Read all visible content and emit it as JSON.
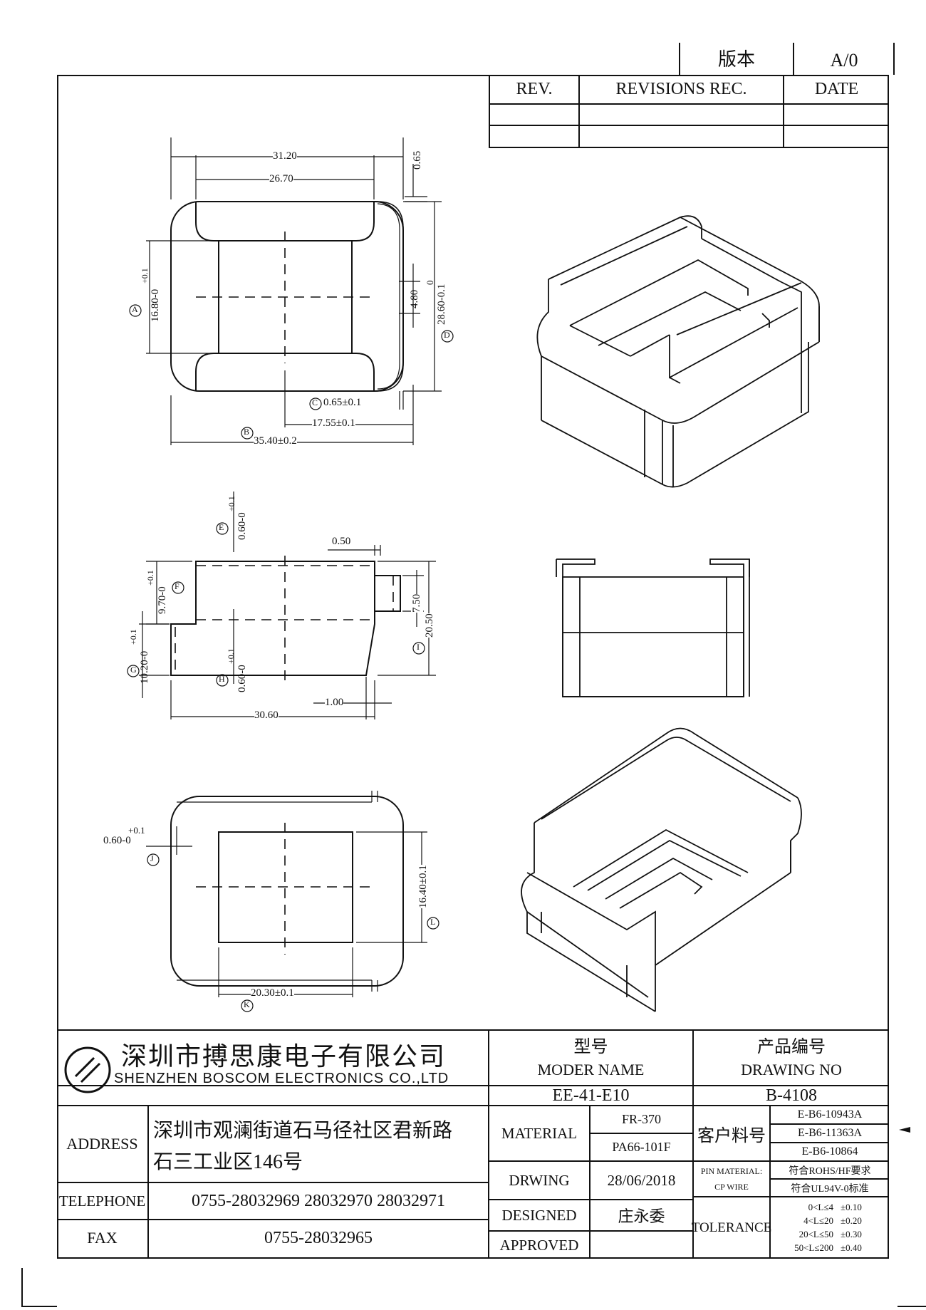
{
  "header_top": {
    "version_label": "版本",
    "version_value": "A/0"
  },
  "revision_table": {
    "rev": "REV.",
    "revisions": "REVISIONS REC.",
    "date": "DATE"
  },
  "dims_top": {
    "d_31_20": "31.20",
    "d_26_70": "26.70",
    "d_0_65": "0.65",
    "d_16_80_tol": "+0.1",
    "d_16_80": "16.80-0",
    "mark_a": "A",
    "d_4_80": "4.80",
    "d_28_60_tol": "0",
    "d_28_60": "28.60-0.1",
    "mark_d": "D",
    "mark_c": "C",
    "d_0_65_pm": "0.65±0.1",
    "d_17_55": "17.55±0.1",
    "mark_b": "B",
    "d_35_40": "35.40±0.2"
  },
  "dims_side": {
    "mark_e": "E",
    "d_0_60_e_tol": "+0.1",
    "d_0_60_e": "0.60-0",
    "d_0_50": "0.50",
    "d_9_70_tol": "+0.1",
    "d_9_70": "9.70-0",
    "mark_f": "F",
    "d_7_50": "7.50",
    "d_20_50": "20.50",
    "mark_i": "I",
    "d_10_20_tol": "+0.1",
    "d_10_20": "10.20-0",
    "mark_g": "G",
    "mark_h": "H",
    "d_0_60_h_tol": "+0.1",
    "d_0_60_h": "0.60-0",
    "d_1_00": "1.00",
    "d_30_60": "30.60"
  },
  "dims_bottom": {
    "d_0_60_j_tol": "+0.1",
    "d_0_60_j": "0.60-0",
    "mark_j": "J",
    "d_16_40": "16.40±0.1",
    "mark_l": "L",
    "d_20_30": "20.30±0.1",
    "mark_k": "K"
  },
  "title_block": {
    "company_cn": "深圳市搏思康电子有限公司",
    "company_en": "SHENZHEN BOSCOM ELECTRONICS CO.,LTD",
    "model_label_cn": "型号",
    "model_label_en": "MODER NAME",
    "model_value": "EE-41-E10",
    "drawing_label_cn": "产品编号",
    "drawing_label_en": "DRAWING NO",
    "drawing_value": "B-4108",
    "address_label": "ADDRESS",
    "address_line1": "深圳市观澜街道石马径社区君新路",
    "address_line2": "石三工业区146号",
    "telephone_label": "TELEPHONE",
    "telephone_value": "0755-28032969 28032970 28032971",
    "fax_label": "FAX",
    "fax_value": "0755-28032965",
    "material_label": "MATERIAL",
    "material_1": "FR-370",
    "material_2": "PA66-101F",
    "customer_label": "客户料号",
    "customer_1": "E-B6-10943A",
    "customer_2": "E-B6-11363A",
    "customer_3": "E-B6-10864",
    "drwing_label": "DRWING",
    "drwing_value": "28/06/2018",
    "pin_label_1": "PIN MATERIAL:",
    "pin_label_2": "CP WIRE",
    "rohs": "符合ROHS/HF要求",
    "ul": "符合UL94V-0标准",
    "designed_label": "DESIGNED",
    "designed_value": "庄永委",
    "approved_label": "APPROVED",
    "tolerance_label": "TOLERANCE",
    "tol_1": "0<L≤4",
    "tol_1v": "±0.10",
    "tol_2": "4<L≤20",
    "tol_2v": "±0.20",
    "tol_3": "20<L≤50",
    "tol_3v": "±0.30",
    "tol_4": "50<L≤200",
    "tol_4v": "±0.40"
  }
}
